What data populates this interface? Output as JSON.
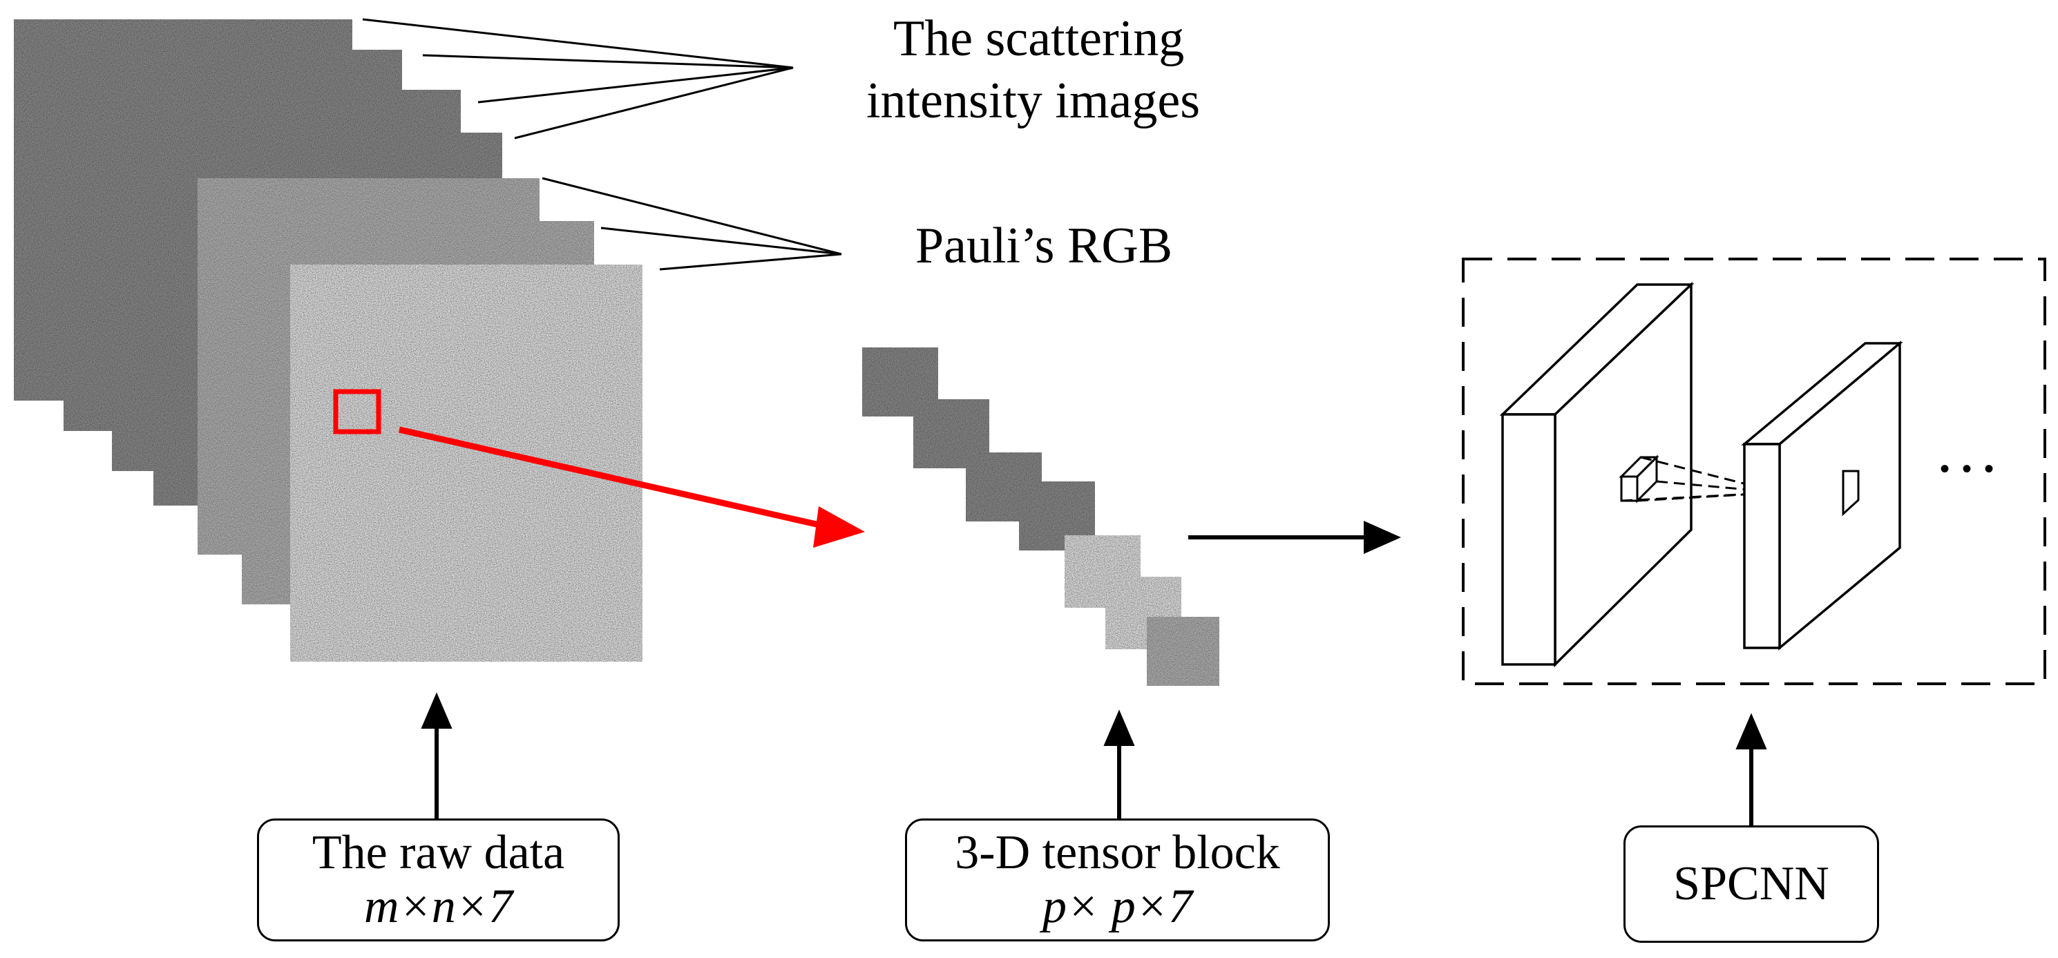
{
  "labels": {
    "scattering_line1": "The scattering",
    "scattering_line2": "intensity images",
    "pauli": "Pauli’s RGB",
    "ellipsis": "• • •"
  },
  "boxes": {
    "raw": {
      "line1": "The raw data",
      "line2": "m×n×7"
    },
    "tensor": {
      "line1": "3-D tensor block",
      "line2": "p× p×7"
    },
    "spcnn": {
      "line1": "SPCNN"
    }
  },
  "colors": {
    "highlight": "#ff0000",
    "stroke": "#000000"
  }
}
